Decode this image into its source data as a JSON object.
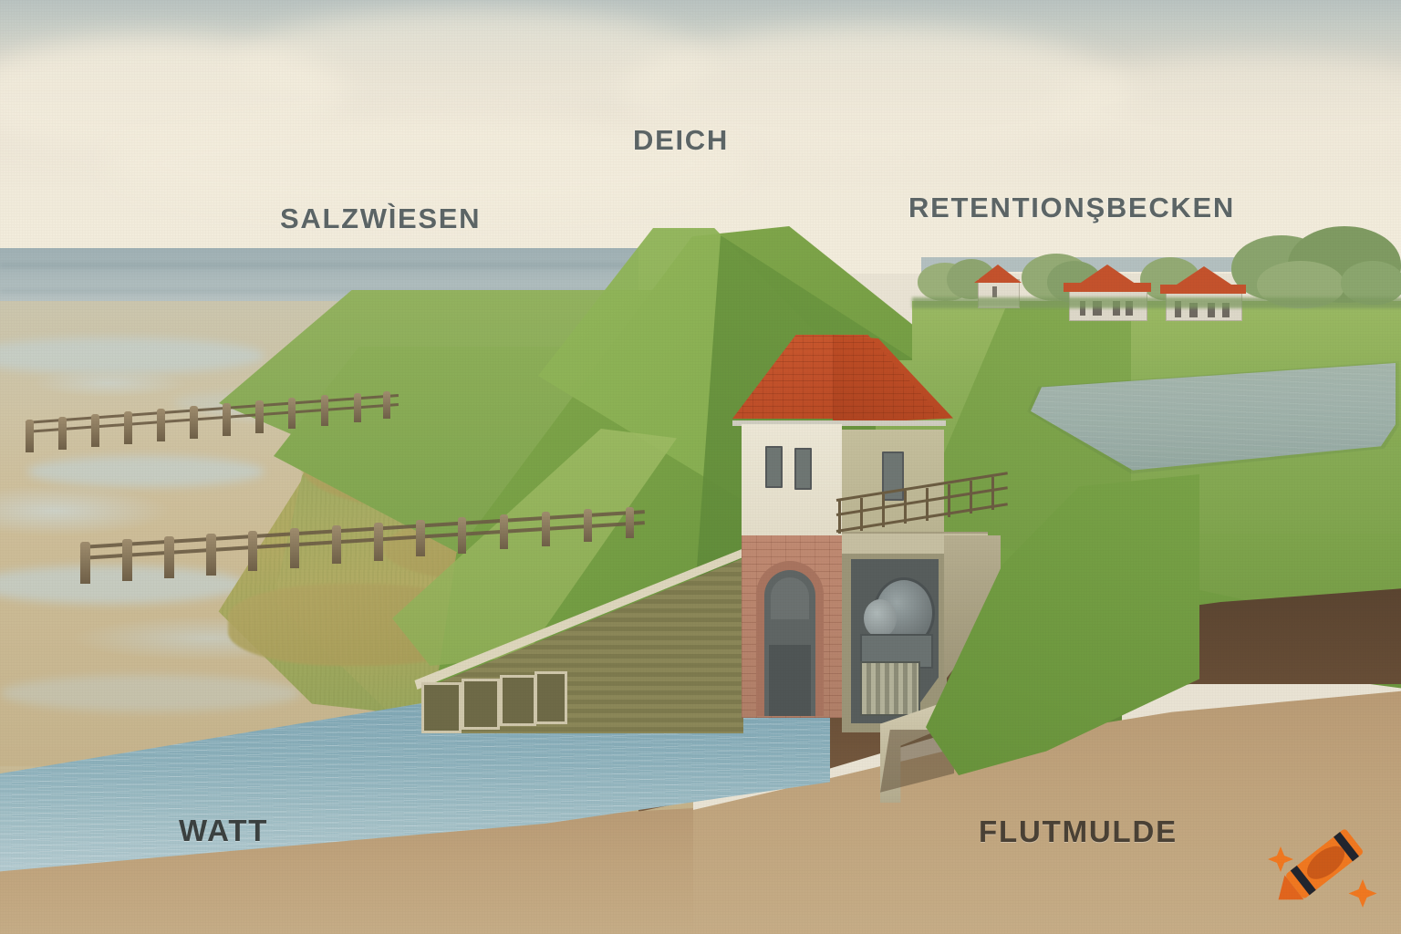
{
  "illustration": {
    "title": "Deich-Querschnitt mit Siel und Retentionsbecken",
    "style": "watercolor cross-section diagram"
  },
  "labels": [
    {
      "id": "salzwiesen",
      "text": "SALZWÌESEN",
      "color": "#5c6566"
    },
    {
      "id": "deich",
      "text": "DEICH",
      "color": "#5c6566"
    },
    {
      "id": "retentionsbecken",
      "text": "RETENTIONŞBECKEN",
      "color": "#5c6566"
    },
    {
      "id": "watt",
      "text": "WATT",
      "color": "#3b4140"
    },
    {
      "id": "flutmulde",
      "text": "FLUTMULDE",
      "color": "#4a4135"
    }
  ],
  "palette": {
    "sky_top": "#b9c3c1",
    "sky_horizon": "#f2ecdc",
    "sea": "#a9b8ba",
    "mudflat": "#c9b892",
    "saltmarsh": "#a7ad64",
    "dike_grass_light": "#8fb05a",
    "dike_grass_mid": "#7ea24e",
    "dike_grass_dark": "#5f8a3c",
    "roof_tile": "#c4522c",
    "brick": "#b07f68",
    "wall_light": "#ece7d6",
    "wall_shade": "#c5bf9d",
    "channel_water": "#8cb0bb",
    "basin_water": "#b0bfc1",
    "soil_dark": "#6a5038",
    "soil_light": "#c0a47d",
    "crayon_orange": "#f07820",
    "crayon_orange_dark": "#d2531a",
    "crayon_band": "#21252e"
  },
  "scene_elements": {
    "sea": "Nordsee am Horizont",
    "mudflat": "Wattflaeche mit Prielen",
    "saltmarsh": "Salzwiesen mit Lahnungen",
    "groynes": "Holzpfaehle / Lahnungen",
    "dike": "begruenter Seedeich",
    "sluice_building": "Siel- und Schoepfwerksgebaeude",
    "sluice_gate": "Sieltor mit Rundbogen",
    "railing": "Gelaender auf der Plattform",
    "retention_basin": "Retentionsbecken im Binnenland",
    "village": "Doerfliche Bebauung mit Baeumen",
    "flood_trough": "Flutmulde im Bodenquerschnitt",
    "soil_layers": "Bodenschichten dunkel / sandig"
  },
  "village": {
    "houses": [
      {
        "id": "house-1",
        "roof": "#c4522c",
        "wall": "#e4dfd0"
      },
      {
        "id": "house-2",
        "roof": "#c4522c",
        "wall": "#ddd8c9"
      },
      {
        "id": "house-3",
        "roof": "#c4522c",
        "wall": "#ddd8c9"
      }
    ]
  },
  "watermark": {
    "name": "crayon-logo",
    "icon": "crayon-icon",
    "colors": {
      "body": "#f07820",
      "tip": "#e2651d",
      "band": "#21252e",
      "oval": "#cc5a18"
    },
    "sparkles": 2
  },
  "building": {
    "windows": 3,
    "roof_type": "hipped-tiled",
    "arch_gate": "round-arch sluice opening",
    "machinery": "pump wheel / Schoepfrad"
  }
}
